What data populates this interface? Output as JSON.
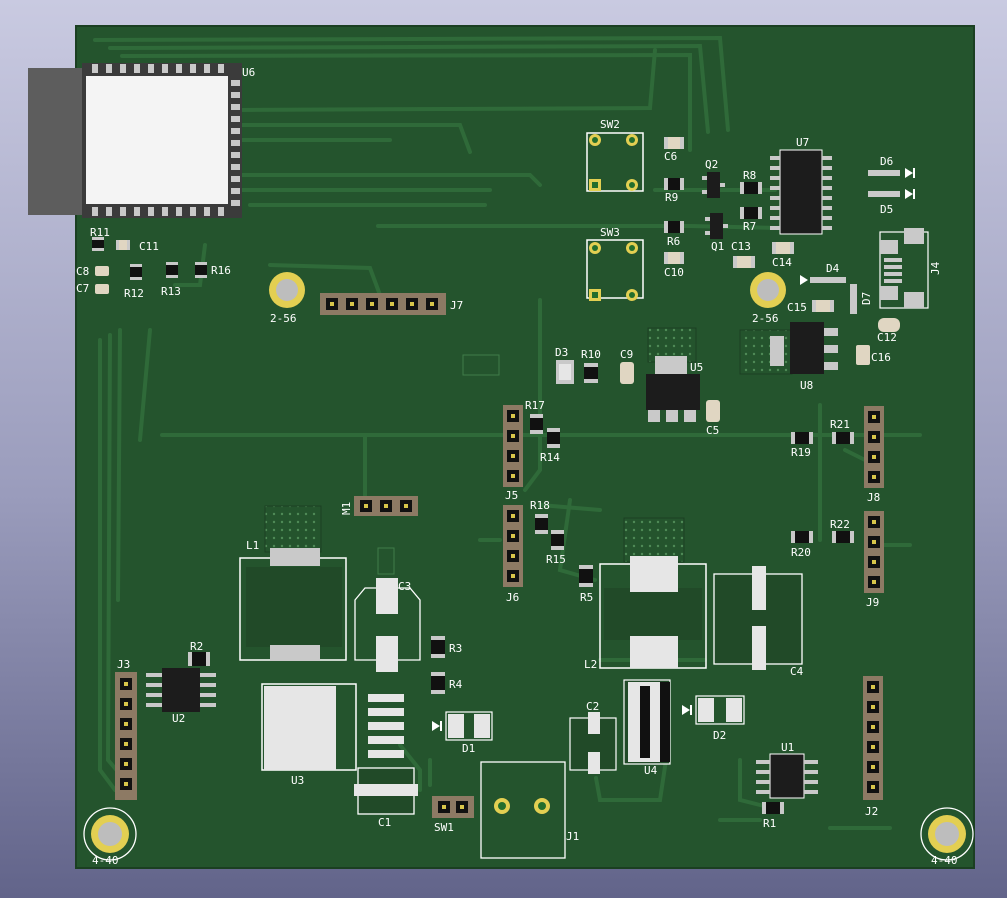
{
  "colors": {
    "board": "#24542d",
    "board_edge": "#1b3f22",
    "trace": "#2f6a39",
    "pad_silver": "#c9c9c9",
    "pad_gold": "#d8c64a",
    "silk": "#ffffff",
    "module_body": "#5d5d5d"
  },
  "designators": {
    "u6": "U6",
    "u7": "U7",
    "q2": "Q2",
    "q1": "Q1",
    "sw2": "SW2",
    "sw3": "SW3",
    "c6": "C6",
    "r9": "R9",
    "r8": "R8",
    "r7": "R7",
    "r6": "R6",
    "c10": "C10",
    "c13": "C13",
    "c14": "C14",
    "d6": "D6",
    "d5": "D5",
    "d4": "D4",
    "d7": "D7",
    "j4": "J4",
    "r11": "R11",
    "c11": "C11",
    "c8": "C8",
    "c7": "C7",
    "r12": "R12",
    "r13": "R13",
    "r16": "R16",
    "j7": "J7",
    "c15": "C15",
    "c12": "C12",
    "c16": "C16",
    "u8": "U8",
    "d3": "D3",
    "r10": "R10",
    "c9": "C9",
    "u5": "U5",
    "c5": "C5",
    "r17": "R17",
    "r14": "R14",
    "j5": "J5",
    "r18": "R18",
    "r15": "R15",
    "j6": "J6",
    "r21": "R21",
    "r19": "R19",
    "j8": "J8",
    "r22": "R22",
    "r20": "R20",
    "j9": "J9",
    "m1": "M1",
    "l1": "L1",
    "c3": "C3",
    "r3": "R3",
    "r4": "R4",
    "r2": "R2",
    "u2": "U2",
    "j3": "J3",
    "u3": "U3",
    "d1": "D1",
    "c1": "C1",
    "sw1": "SW1",
    "j1": "J1",
    "c2": "C2",
    "u4": "U4",
    "d2": "D2",
    "r5": "R5",
    "l2": "L2",
    "c4": "C4",
    "u1": "U1",
    "r1": "R1",
    "j2": "J2"
  },
  "mounting_holes": {
    "hole_a": "2-56",
    "hole_b": "2-56",
    "hole_c": "4-40",
    "hole_d": "4-40"
  },
  "icons": [
    "pcb-board",
    "mounting-hole-icon",
    "diode-icon",
    "pin-1-marker-icon"
  ]
}
